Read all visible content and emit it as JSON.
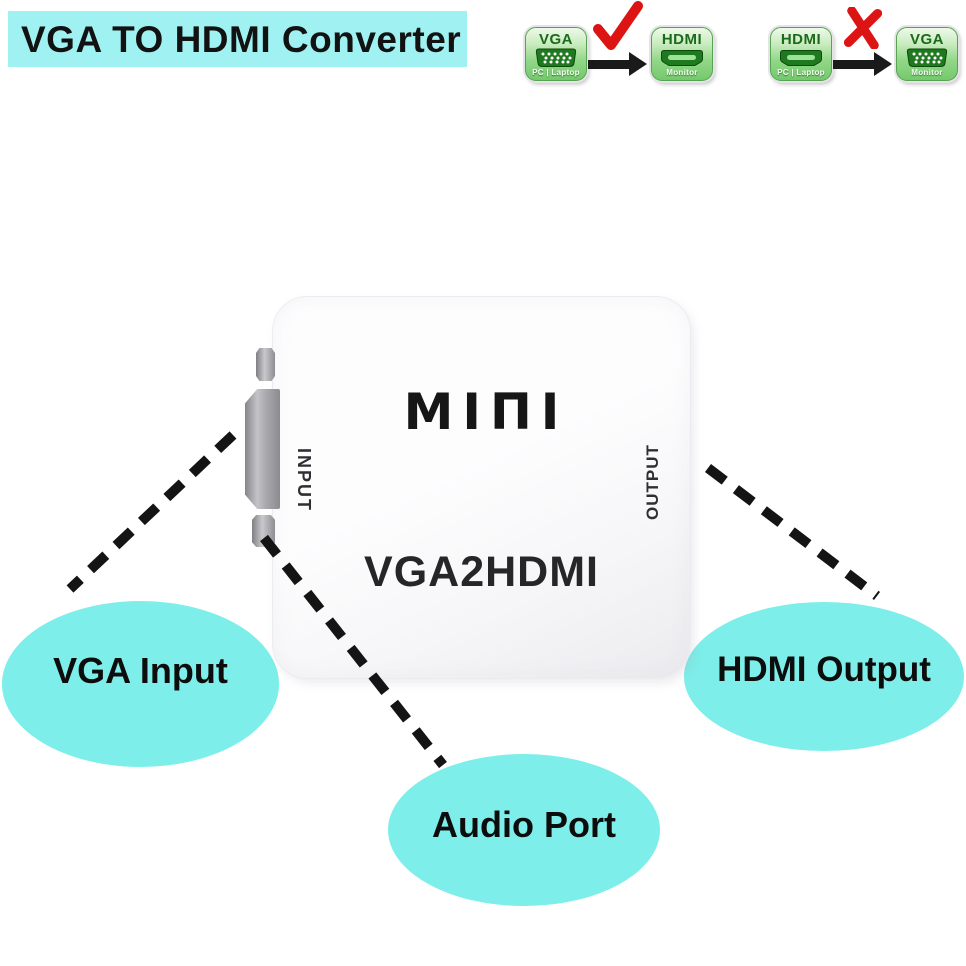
{
  "banner": {
    "title": "VGA TO HDMI Converter"
  },
  "compatibility": {
    "correct_flow": {
      "from": {
        "label": "VGA",
        "caption": "PC | Laptop",
        "icon": "vga-port-icon"
      },
      "to": {
        "label": "HDMI",
        "caption": "Monitor",
        "icon": "hdmi-port-icon"
      },
      "mark": {
        "icon": "check-icon"
      }
    },
    "wrong_flow": {
      "from": {
        "label": "HDMI",
        "caption": "PC | Laptop",
        "icon": "hdmi-port-icon"
      },
      "to": {
        "label": "VGA",
        "caption": "Monitor",
        "icon": "vga-port-icon"
      },
      "mark": {
        "icon": "cross-icon"
      }
    }
  },
  "device": {
    "logo": "MINI",
    "logo_display": "MIΠI",
    "model": "VGA2HDMI",
    "input_label": "INPUT",
    "output_label": "OUTPUT"
  },
  "callouts": {
    "vga_input": {
      "label": "VGA Input"
    },
    "hdmi_output": {
      "label": "HDMI Output"
    },
    "audio_port": {
      "label": "Audio Port"
    }
  },
  "colors": {
    "banner_bg": "#a0f1f1",
    "callout_bg": "#7deee9",
    "mark_red": "#dd1414",
    "icon_green_light": "#c9ecbf",
    "icon_green_dark": "#1c6b1c",
    "arrow_black": "#1a1a1a"
  }
}
